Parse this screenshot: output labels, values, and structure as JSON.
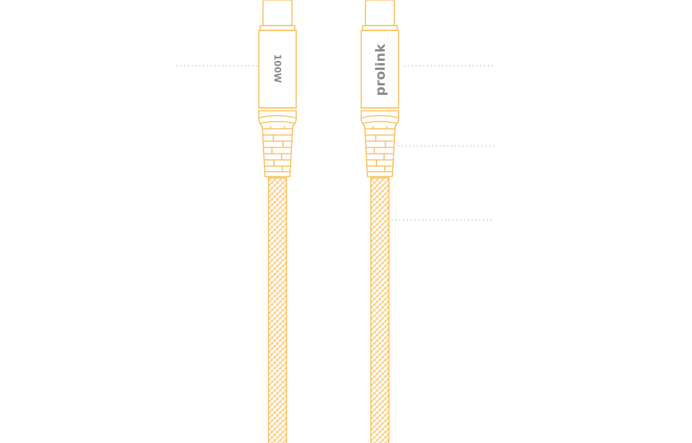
{
  "colors": {
    "outline": "#F6BE5C",
    "text": "#8A8A8A",
    "callout": "#BDBDBD",
    "background": "#FFFFFF"
  },
  "cables": [
    {
      "name": "left",
      "label": "100W"
    },
    {
      "name": "right",
      "label": "prolink"
    }
  ],
  "callouts": [
    {
      "name": "left-label-callout"
    },
    {
      "name": "right-brand-callout"
    },
    {
      "name": "right-strain-relief-callout"
    },
    {
      "name": "right-braid-callout"
    }
  ]
}
